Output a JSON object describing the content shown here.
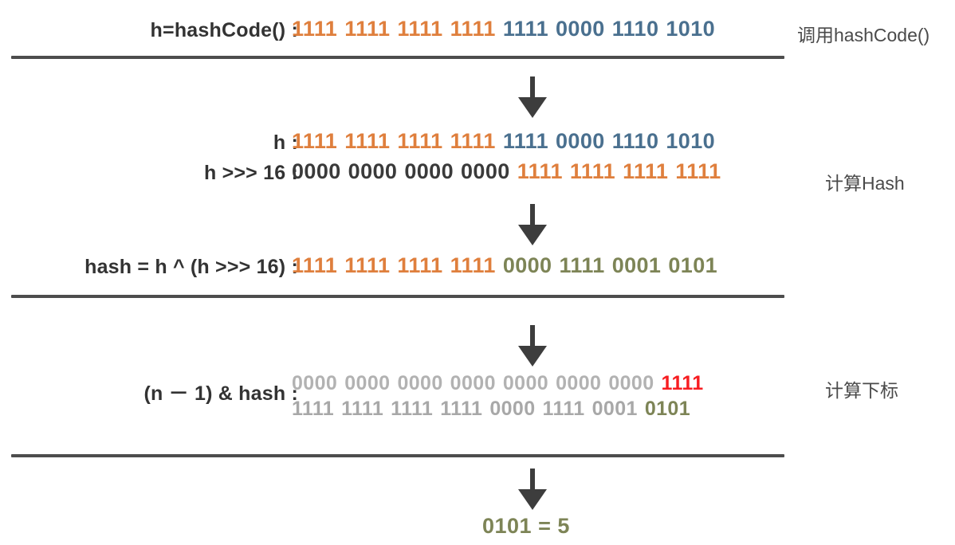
{
  "diagram": {
    "title": "HashMap hash computation and index calculation",
    "colors": {
      "orange": "#df7f3d",
      "blue": "#4a708f",
      "dark": "#3a3a3a",
      "olive": "#7d8456",
      "gray": "#b2b2b2",
      "red": "#f71d21",
      "divider": "#4d4d4d",
      "arrow": "#3d3d3d"
    },
    "sections": [
      {
        "id": "hashcode",
        "note": "调用hashCode()",
        "rows": [
          {
            "label": "h=hashCode() :",
            "groups": [
              {
                "text": "1111",
                "color": "orange"
              },
              {
                "text": "1111",
                "color": "orange"
              },
              {
                "text": "1111",
                "color": "orange"
              },
              {
                "text": "1111",
                "color": "orange"
              },
              {
                "text": "1111",
                "color": "blue"
              },
              {
                "text": "0000",
                "color": "blue"
              },
              {
                "text": "1110",
                "color": "blue"
              },
              {
                "text": "1010",
                "color": "blue"
              }
            ]
          }
        ]
      },
      {
        "id": "compute-hash",
        "note": "计算Hash",
        "rows": [
          {
            "label": "h :",
            "groups": [
              {
                "text": "1111",
                "color": "orange"
              },
              {
                "text": "1111",
                "color": "orange"
              },
              {
                "text": "1111",
                "color": "orange"
              },
              {
                "text": "1111",
                "color": "orange"
              },
              {
                "text": "1111",
                "color": "blue"
              },
              {
                "text": "0000",
                "color": "blue"
              },
              {
                "text": "1110",
                "color": "blue"
              },
              {
                "text": "1010",
                "color": "blue"
              }
            ]
          },
          {
            "label": "h >>> 16 :",
            "groups": [
              {
                "text": "0000",
                "color": "dark"
              },
              {
                "text": "0000",
                "color": "dark"
              },
              {
                "text": "0000",
                "color": "dark"
              },
              {
                "text": "0000",
                "color": "dark"
              },
              {
                "text": "1111",
                "color": "orange"
              },
              {
                "text": "1111",
                "color": "orange"
              },
              {
                "text": "1111",
                "color": "orange"
              },
              {
                "text": "1111",
                "color": "orange"
              }
            ]
          },
          {
            "label": "hash = h ^ (h >>> 16) :",
            "groups": [
              {
                "text": "1111",
                "color": "orange"
              },
              {
                "text": "1111",
                "color": "orange"
              },
              {
                "text": "1111",
                "color": "orange"
              },
              {
                "text": "1111",
                "color": "orange"
              },
              {
                "text": "0000",
                "color": "olive"
              },
              {
                "text": "1111",
                "color": "olive"
              },
              {
                "text": "0001",
                "color": "olive"
              },
              {
                "text": "0101",
                "color": "olive"
              }
            ]
          }
        ]
      },
      {
        "id": "compute-index",
        "note": "计算下标",
        "rows": [
          {
            "label": "(n － 1) & hash :",
            "groups": [
              {
                "text": "0000",
                "color": "gray"
              },
              {
                "text": "0000",
                "color": "gray"
              },
              {
                "text": "0000",
                "color": "gray"
              },
              {
                "text": "0000",
                "color": "gray"
              },
              {
                "text": "0000",
                "color": "gray"
              },
              {
                "text": "0000",
                "color": "gray"
              },
              {
                "text": "0000",
                "color": "gray"
              },
              {
                "text": "1111",
                "color": "red"
              }
            ]
          },
          {
            "label": "",
            "groups": [
              {
                "text": "1111",
                "color": "gray"
              },
              {
                "text": "1111",
                "color": "gray"
              },
              {
                "text": "1111",
                "color": "gray"
              },
              {
                "text": "1111",
                "color": "gray"
              },
              {
                "text": "0000",
                "color": "gray"
              },
              {
                "text": "1111",
                "color": "gray"
              },
              {
                "text": "0001",
                "color": "gray"
              },
              {
                "text": "0101",
                "color": "olive"
              }
            ]
          }
        ]
      }
    ],
    "result": "0101 = 5",
    "arrow_icon": "arrow-down-icon"
  }
}
